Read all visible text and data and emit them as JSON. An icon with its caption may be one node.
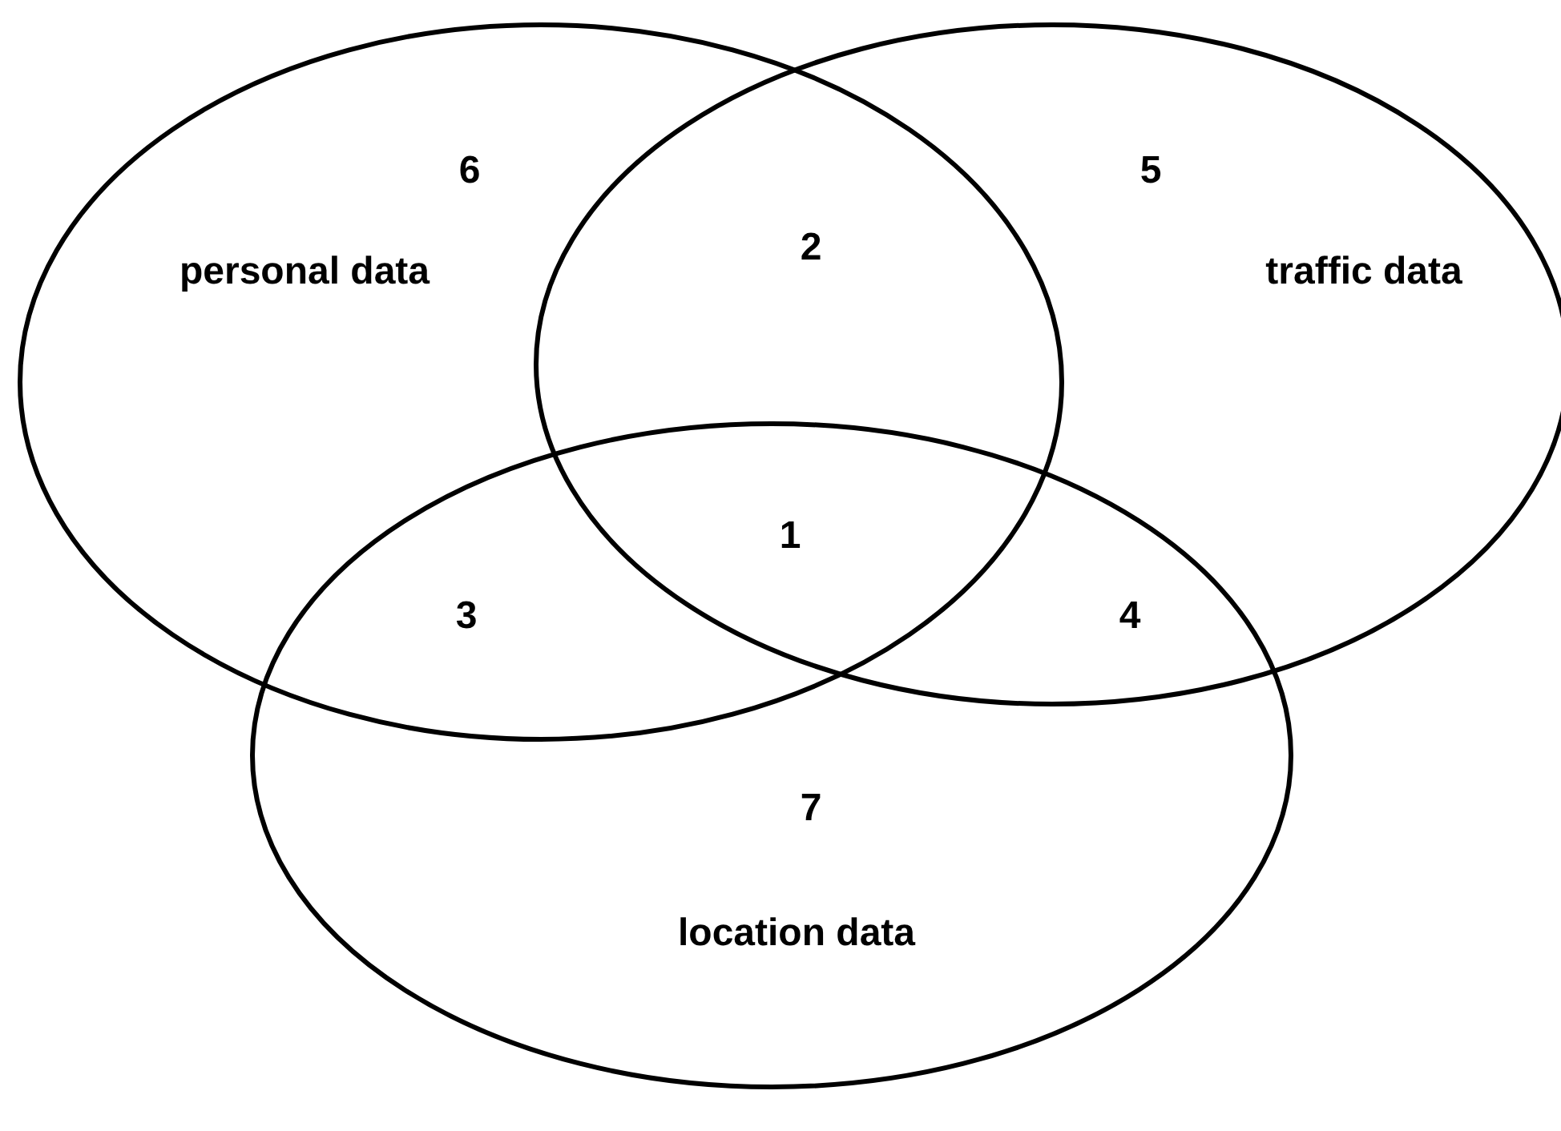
{
  "diagram": {
    "nodes": [
      {
        "text": [
          "personal data"
        ]
      },
      {
        "text": [
          "traffic data"
        ]
      },
      {
        "text": [
          "location data"
        ]
      }
    ],
    "labels": [
      "6",
      "5",
      "2",
      "1",
      "3",
      "4",
      "7"
    ]
  }
}
